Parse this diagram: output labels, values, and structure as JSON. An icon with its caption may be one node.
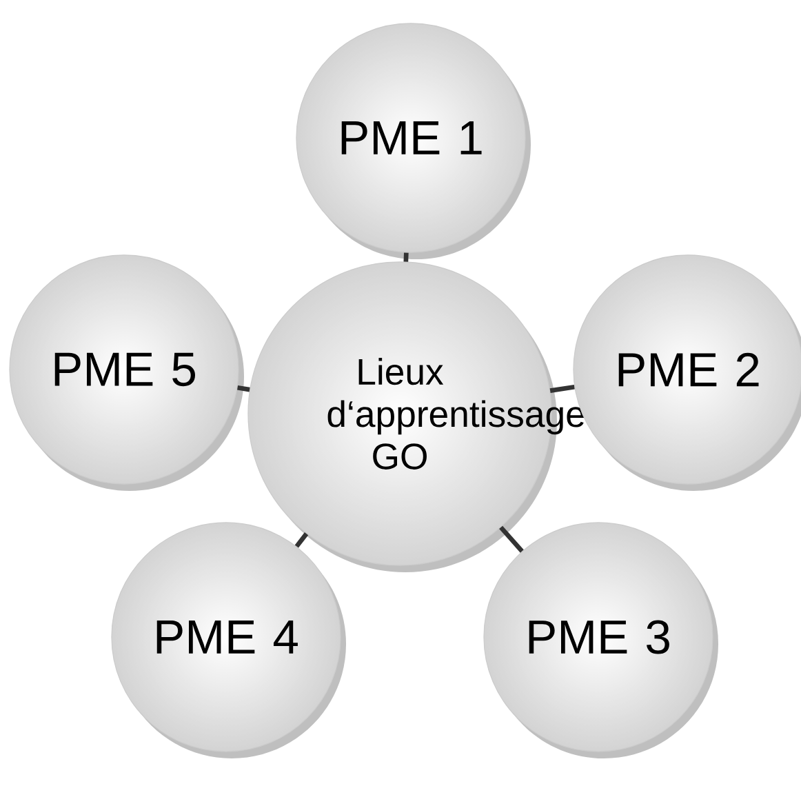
{
  "diagram": {
    "nodes": [
      {
        "text": [
          "Lieux d‘apprentissage GO"
        ]
      },
      {
        "text": [
          "PME 1"
        ]
      },
      {
        "text": [
          "PME 2"
        ]
      },
      {
        "text": [
          "PME 3"
        ]
      },
      {
        "text": [
          "PME 4"
        ]
      },
      {
        "text": [
          "PME 5"
        ]
      }
    ],
    "edges": [
      {
        "from": 0,
        "to": 1,
        "arrow": "none"
      },
      {
        "from": 0,
        "to": 2,
        "arrow": "none"
      },
      {
        "from": 0,
        "to": 3,
        "arrow": "none"
      },
      {
        "from": 0,
        "to": 4,
        "arrow": "none"
      },
      {
        "from": 0,
        "to": 5,
        "arrow": "none"
      }
    ]
  }
}
